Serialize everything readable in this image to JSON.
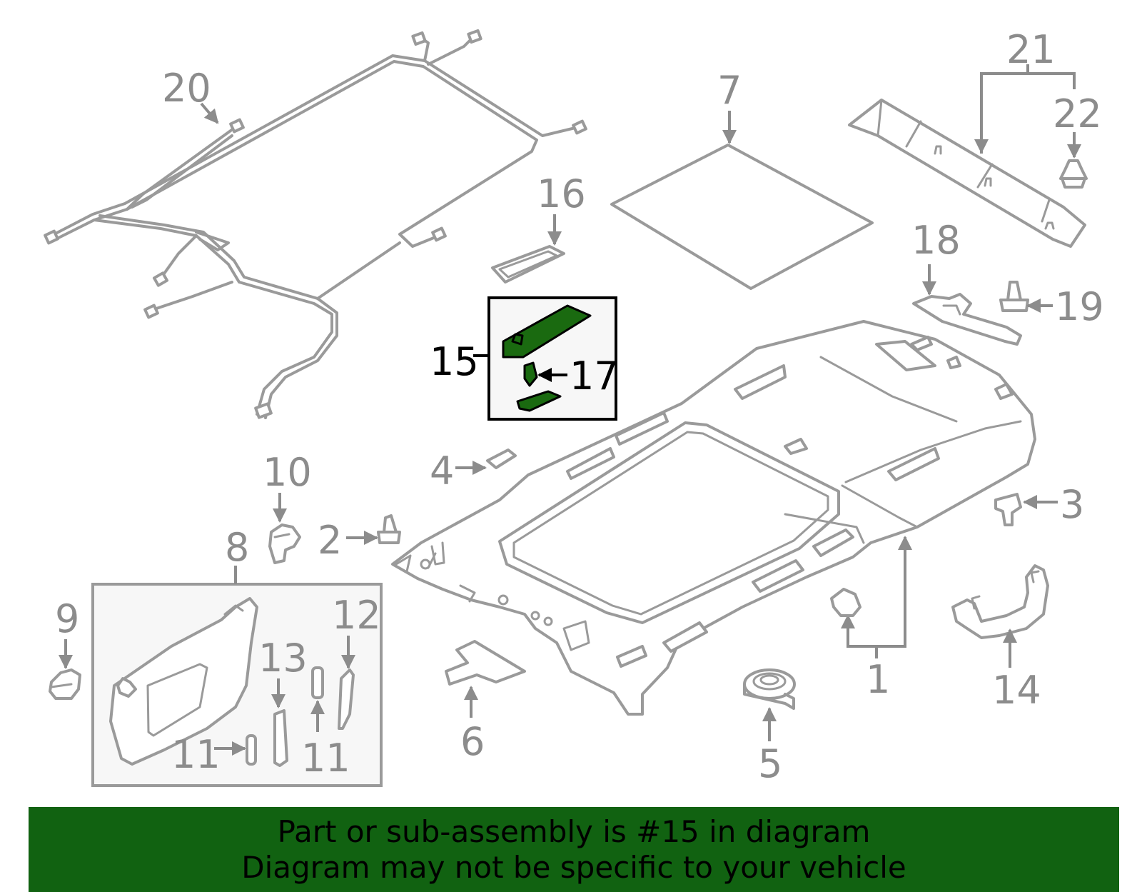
{
  "callouts": {
    "c1": "1",
    "c2": "2",
    "c3": "3",
    "c4": "4",
    "c5": "5",
    "c6": "6",
    "c7": "7",
    "c8": "8",
    "c9": "9",
    "c10": "10",
    "c11a": "11",
    "c11b": "11",
    "c12": "12",
    "c13": "13",
    "c14": "14",
    "c15": "15",
    "c16": "16",
    "c17": "17",
    "c18": "18",
    "c19": "19",
    "c20": "20",
    "c21": "21",
    "c22": "22"
  },
  "highlight": {
    "part_number": "15",
    "color": "#1a6a10"
  },
  "banner": {
    "line1": "Part or sub-assembly is #15 in diagram",
    "line2": "Diagram may not be specific to your vehicle",
    "background": "#116211"
  }
}
